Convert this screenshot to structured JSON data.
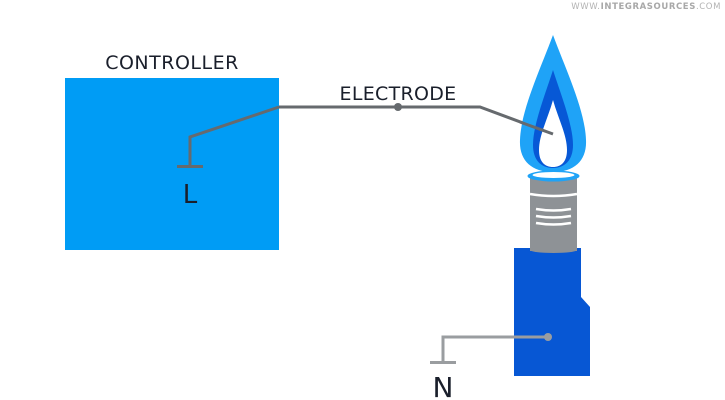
{
  "watermark": {
    "prefix": "WWW.",
    "brand": "INTEGRASOURCES",
    "suffix": ".COM"
  },
  "labels": {
    "controller": "CONTROLLER",
    "electrode": "ELECTRODE",
    "line_terminal": "L",
    "neutral_terminal": "N"
  },
  "colors": {
    "controller_fill": "#009cf5",
    "flame_outer": "#1fa3f7",
    "flame_inner": "#0758d6",
    "burner_body": "#0757d4",
    "burner_neck": "#8e9296",
    "wire": "#666a6e",
    "neutral_wire": "#9a9da0",
    "text": "#1a1f2b",
    "watermark": "#b8b8b8"
  }
}
